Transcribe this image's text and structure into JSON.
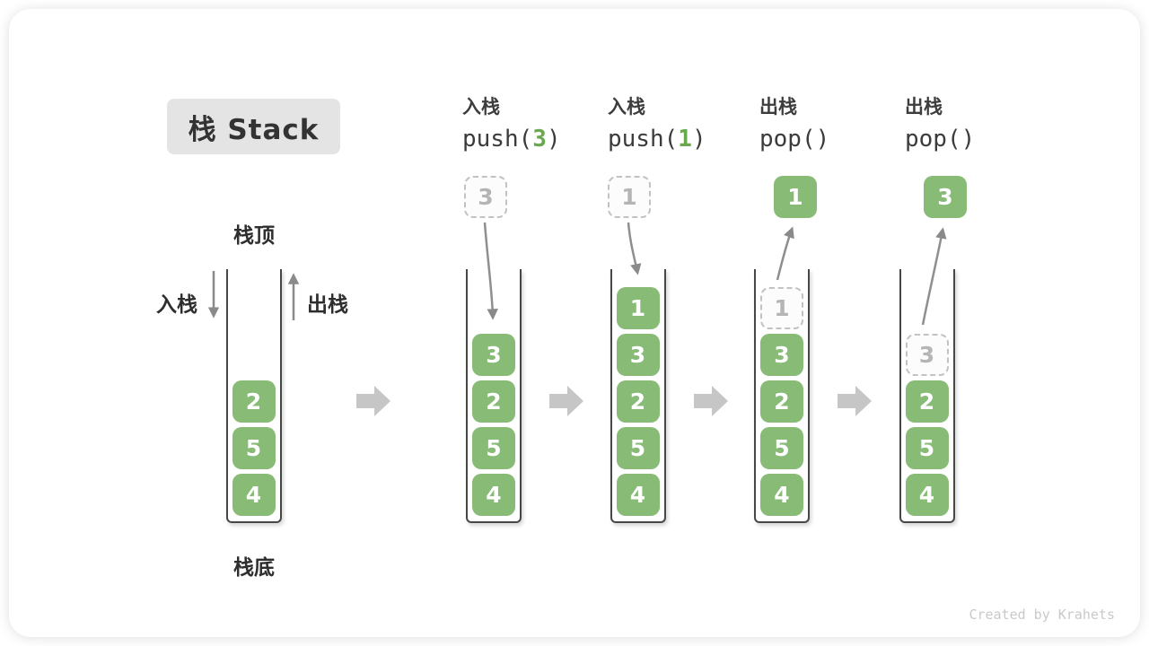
{
  "title": "栈 Stack",
  "stack_labels": {
    "top": "栈顶",
    "bottom": "栈底",
    "push_side": "入栈",
    "pop_side": "出栈"
  },
  "columns": [
    {
      "label": "入栈",
      "code_pre": "push(",
      "code_arg": "3",
      "code_post": ")"
    },
    {
      "label": "入栈",
      "code_pre": "push(",
      "code_arg": "1",
      "code_post": ")"
    },
    {
      "label": "出栈",
      "code_pre": "pop(",
      "code_arg": "",
      "code_post": ")"
    },
    {
      "label": "出栈",
      "code_pre": "pop(",
      "code_arg": "",
      "code_post": ")"
    }
  ],
  "stacks": [
    {
      "name": "stack-initial",
      "top_box": null,
      "cells": [
        {
          "value": "2"
        },
        {
          "value": "5"
        },
        {
          "value": "4"
        }
      ]
    },
    {
      "name": "stack-after-push-3",
      "top_box": {
        "value": "3",
        "style": "dashed"
      },
      "cells": [
        {
          "value": "3"
        },
        {
          "value": "2"
        },
        {
          "value": "5"
        },
        {
          "value": "4"
        }
      ]
    },
    {
      "name": "stack-after-push-1",
      "top_box": {
        "value": "1",
        "style": "dashed"
      },
      "cells": [
        {
          "value": "1"
        },
        {
          "value": "3"
        },
        {
          "value": "2"
        },
        {
          "value": "5"
        },
        {
          "value": "4"
        }
      ]
    },
    {
      "name": "stack-after-pop-1",
      "top_box": {
        "value": "1",
        "style": "solid"
      },
      "cells": [
        {
          "value": "1",
          "ghost": true
        },
        {
          "value": "3"
        },
        {
          "value": "2"
        },
        {
          "value": "5"
        },
        {
          "value": "4"
        }
      ]
    },
    {
      "name": "stack-after-pop-3",
      "top_box": {
        "value": "3",
        "style": "solid"
      },
      "cells": [
        {
          "value": "3",
          "ghost": true
        },
        {
          "value": "2"
        },
        {
          "value": "5"
        },
        {
          "value": "4"
        }
      ]
    }
  ],
  "watermark": "Created by Krahets",
  "colors": {
    "cell_green": "#87bb76",
    "code_arg_green": "#69a84f",
    "ghost_gray": "#b5b5b5",
    "arrow_gray": "#8a8a8a",
    "block_arrow_gray": "#c6c6c6",
    "title_bg": "#e4e4e4"
  }
}
